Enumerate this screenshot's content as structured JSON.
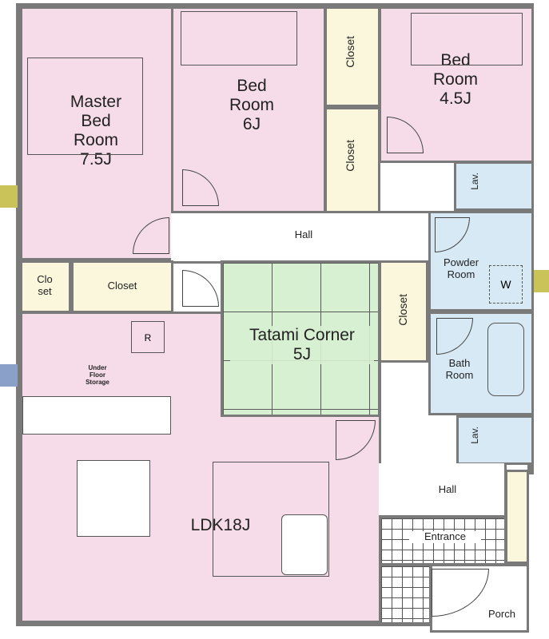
{
  "rooms": {
    "master_bed": "Master\nBed\nRoom\n7.5J",
    "bed_6j": "Bed\nRoom\n6J",
    "bed_45j": "Bed\nRoom\n4.5J",
    "closet_top": "Closet",
    "closet_mid": "Closet",
    "closet_left_small": "Clo\nset",
    "closet_left": "Closet",
    "closet_tatami": "Closet",
    "hall_upper": "Hall",
    "hall_lower": "Hall",
    "tatami": "Tatami Corner\n5J",
    "powder": "Powder\nRoom",
    "washer": "W",
    "bath": "Bath\nRoom",
    "lav_top": "Lav.",
    "lav_bottom": "Lav.",
    "ldk": "LDK18J",
    "under_floor": "Under\nFloor\nStorage",
    "refrigerator": "R",
    "entrance": "Entrance",
    "porch": "Porch"
  },
  "colors": {
    "bedroom": "#f6dce9",
    "closet": "#fbf7dc",
    "wet": "#d8e9f6",
    "tatami": "#d8f0d2",
    "wall": "#7a7a7a"
  }
}
